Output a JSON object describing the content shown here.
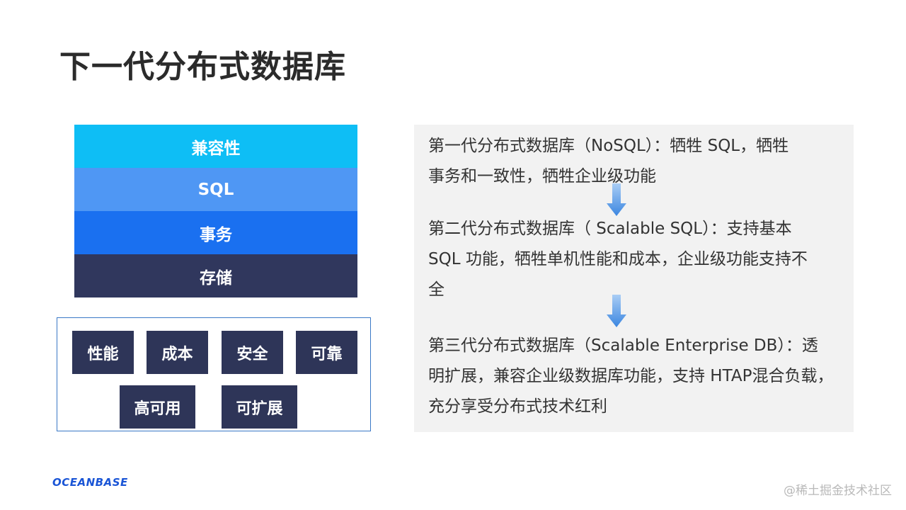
{
  "title": "下一代分布式数据库",
  "stack_layers": [
    {
      "label": "兼容性",
      "color": "#0ebef5"
    },
    {
      "label": "SQL",
      "color": "#4f97f4"
    },
    {
      "label": "事务",
      "color": "#1a70f0"
    },
    {
      "label": "存储",
      "color": "#30375d"
    }
  ],
  "traits": [
    "性能",
    "成本",
    "安全",
    "可靠",
    "高可用",
    "可扩展"
  ],
  "generations": [
    {
      "lines": [
        "第一代分布式数据库（NoSQL）：牺牲 SQL，牺牲",
        "事务和一致性，牺牲企业级功能"
      ]
    },
    {
      "lines": [
        "第二代分布式数据库（ Scalable SQL）：支持基本",
        "SQL 功能，牺牲单机性能和成本，企业级功能支持不",
        "全"
      ]
    },
    {
      "lines": [
        "第三代分布式数据库（Scalable Enterprise DB）：透",
        "明扩展，兼容企业级数据库功能，支持 HTAP混合负载，",
        "充分享受分布式技术红利"
      ]
    }
  ],
  "logo": "OCEANBASE",
  "watermark": "@稀土掘金技术社区",
  "colors": {
    "chip": "#2e3558",
    "arrow": "#4a90e2",
    "panel": "#f2f2f2"
  }
}
